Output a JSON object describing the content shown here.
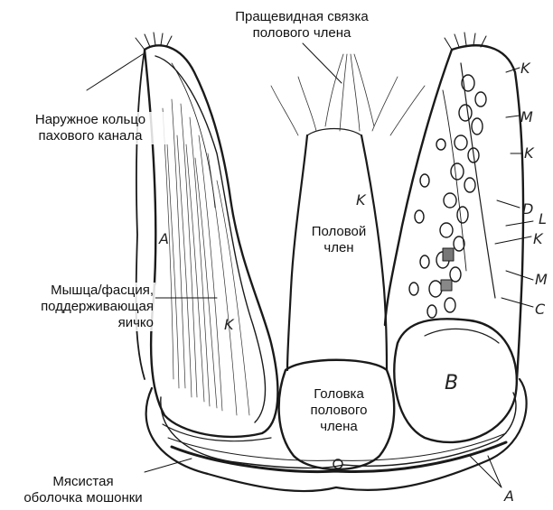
{
  "labels": {
    "suspensory_ligament": "Пращевидная связка\nполового члена",
    "inguinal_ring": "Наружное кольцо\nпахового канала",
    "muscle_fascia": "Мышца/фасция,\nподдерживающая\nяичко",
    "penis": "Половой\nчлен",
    "glans": "Головка\nполового\nчлена",
    "dartos": "Мясистая\nоболочка мошонки"
  },
  "letters": {
    "A_left": "A",
    "K_left": "K",
    "K_center": "K",
    "B": "B",
    "A_bottom": "A",
    "right_column": [
      "K",
      "M",
      "K",
      "D",
      "L",
      "K",
      "M",
      "C"
    ]
  },
  "colors": {
    "ink": "#111111",
    "background": "#ffffff",
    "hatch": "#333333"
  }
}
